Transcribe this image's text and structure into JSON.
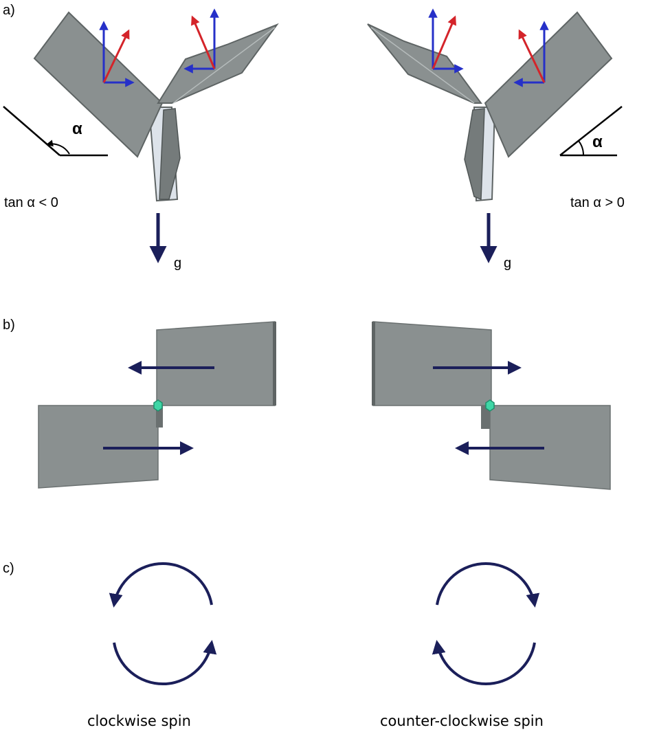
{
  "panels": {
    "a": {
      "label": "a)"
    },
    "b": {
      "label": "b)"
    },
    "c": {
      "label": "c)"
    }
  },
  "panel_a": {
    "left": {
      "angle_symbol": "α",
      "condition": "tan α < 0",
      "gravity": "g"
    },
    "right": {
      "angle_symbol": "α",
      "condition": "tan α > 0",
      "gravity": "g"
    }
  },
  "panel_c": {
    "left_caption": "clockwise spin",
    "right_caption": "counter-clockwise spin"
  },
  "colors": {
    "blade_fill": "#8a9090",
    "blade_edge": "#5e6464",
    "blade_light": "#dde3ea",
    "arrow_navy": "#1b1f5a",
    "vector_red": "#d4242a",
    "vector_blue": "#2630c8",
    "pivot": "#3fd6a6"
  }
}
